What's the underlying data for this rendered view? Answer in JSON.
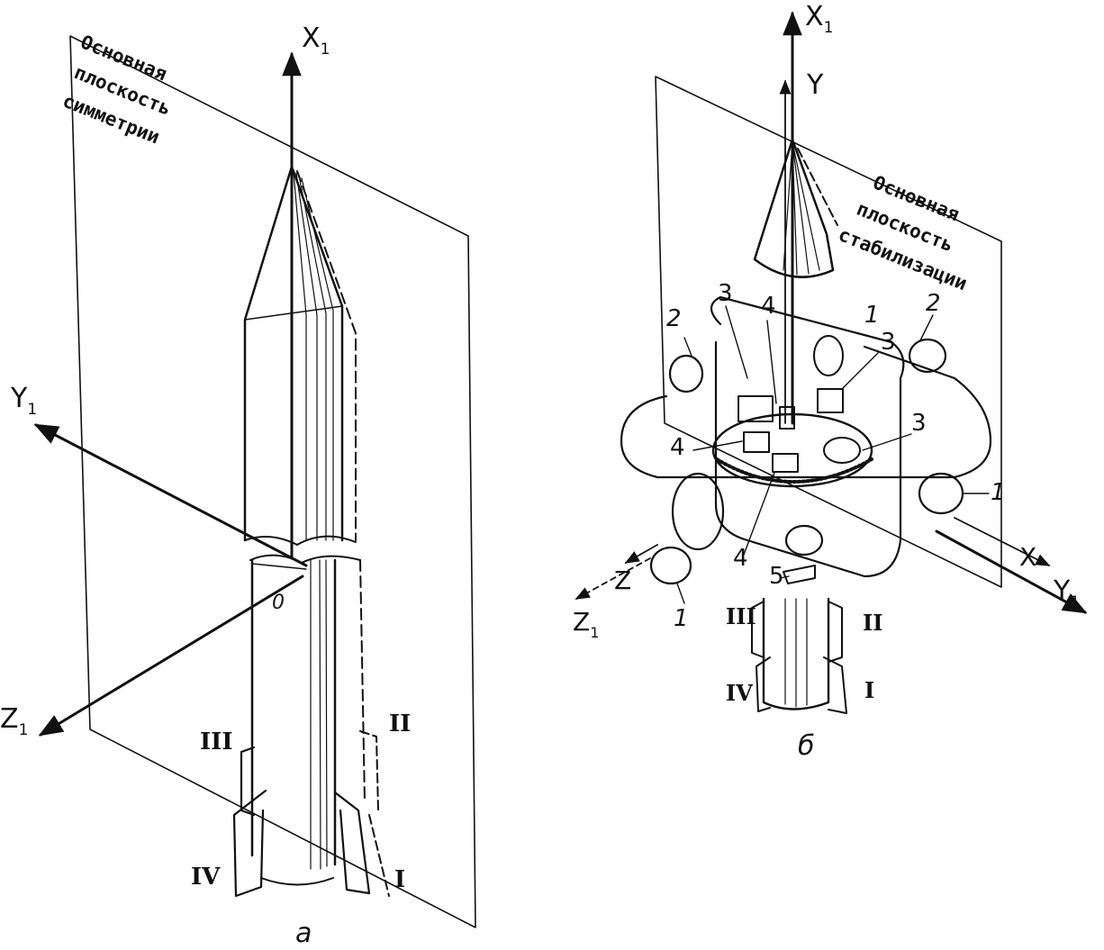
{
  "panel_a": {
    "plane_caption": [
      "Основная",
      "плоскость",
      "симметрии"
    ],
    "axes": {
      "x": "X",
      "y": "Y",
      "z": "Z",
      "subscript": "1"
    },
    "origin": "0",
    "fins": [
      "I",
      "II",
      "III",
      "IV"
    ],
    "panel_label": "а"
  },
  "panel_b": {
    "plane_caption": [
      "Основная",
      "плоскость",
      "стабилизации"
    ],
    "axes": {
      "x1": "X",
      "y1": "Y",
      "z1": "Z",
      "subscript": "1",
      "x": "X",
      "y": "Y",
      "z": "Z"
    },
    "callouts": [
      "1",
      "1",
      "1",
      "2",
      "2",
      "3",
      "3",
      "3",
      "4",
      "4",
      "4",
      "5"
    ],
    "fins": [
      "I",
      "II",
      "III",
      "IV"
    ],
    "panel_label": "б"
  }
}
